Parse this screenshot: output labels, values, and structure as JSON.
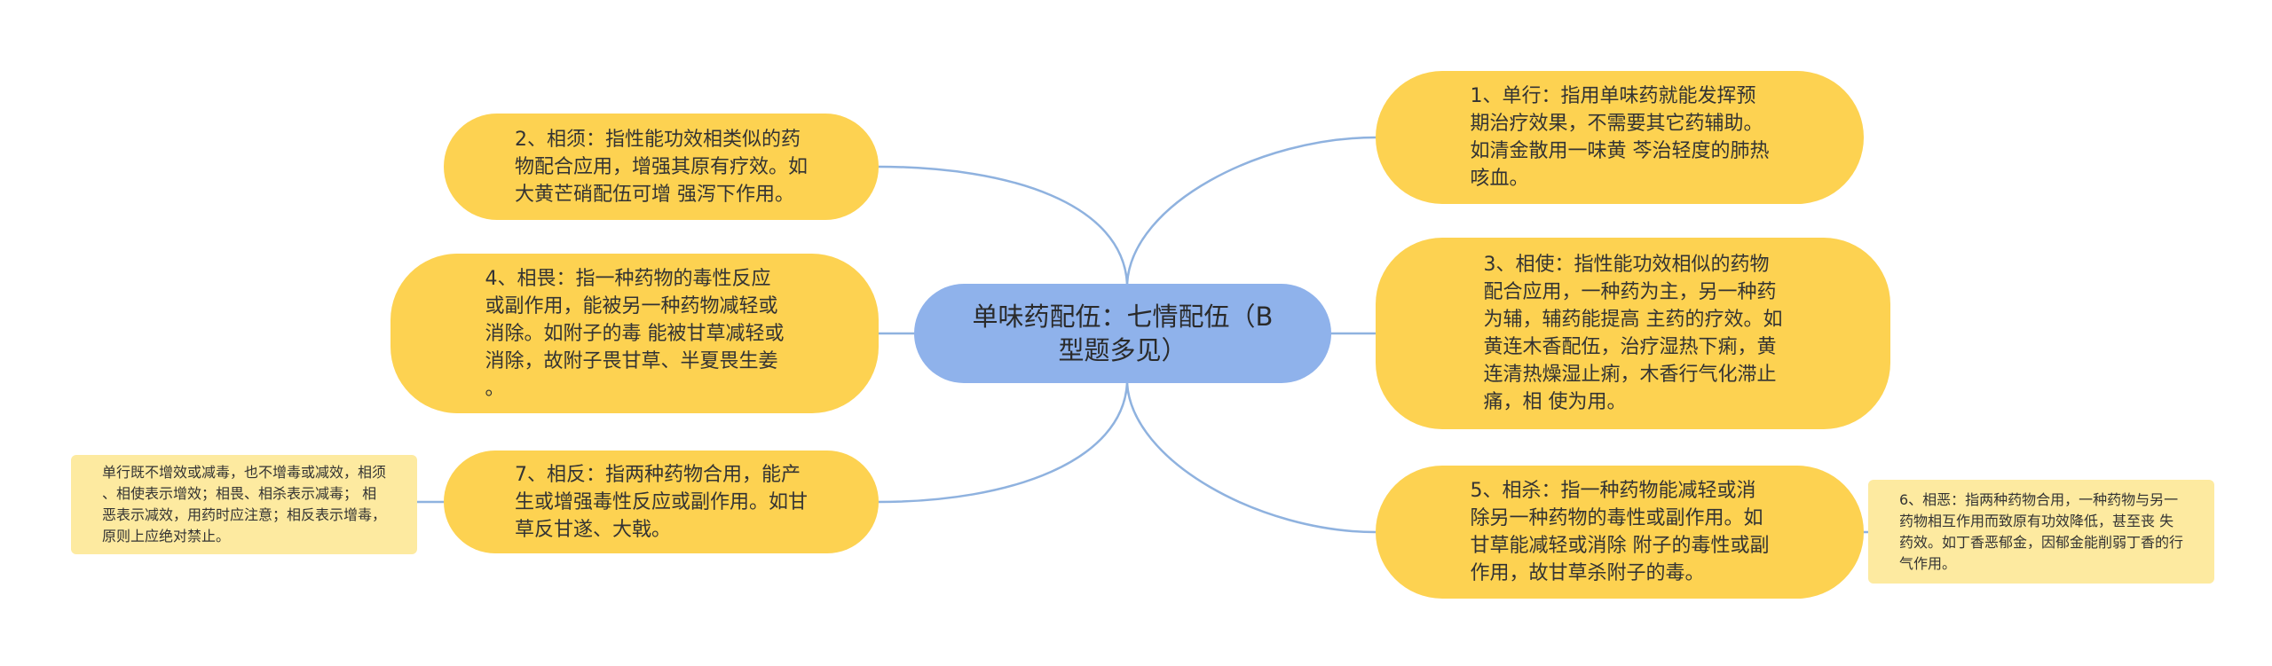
{
  "colors": {
    "center_fill": "#8fb2eb",
    "branch_fill": "#fdd251",
    "leaf_fill": "#fdeaa0",
    "connector": "#8fb2df",
    "text": "#333333"
  },
  "center": {
    "label": "单味药配伍：七情配伍（B\n型题多见）"
  },
  "branches": {
    "b1": "1、单行：指用单味药就能发挥预\n期治疗效果，不需要其它药辅助。\n如清金散用一味黄 芩治轻度的肺热\n咳血。",
    "b2": "2、相须：指性能功效相类似的药\n物配合应用，增强其原有疗效。如\n大黄芒硝配伍可增 强泻下作用。",
    "b3": "3、相使：指性能功效相似的药物\n配合应用，一种药为主，另一种药\n为辅，辅药能提高 主药的疗效。如\n黄连木香配伍，治疗湿热下痢，黄\n连清热燥湿止痢，木香行气化滞止\n痛，相 使为用。",
    "b4": "4、相畏：指一种药物的毒性反应\n或副作用，能被另一种药物减轻或\n消除。如附子的毒 能被甘草减轻或\n消除，故附子畏甘草、半夏畏生姜\n。",
    "b5": "5、相杀：指一种药物能减轻或消\n除另一种药物的毒性或副作用。如\n甘草能减轻或消除 附子的毒性或副\n作用，故甘草杀附子的毒。",
    "b7": "7、相反：指两种药物合用，能产\n生或增强毒性反应或副作用。如甘\n草反甘遂、大戟。"
  },
  "leaves": {
    "l6": "6、相恶：指两种药物合用，一种药物与另一\n药物相互作用而致原有功效降低，甚至丧 失\n药效。如丁香恶郁金，因郁金能削弱丁香的行\n气作用。",
    "note": "单行既不增效或减毒，也不增毒或减效，相须\n、相使表示增效；相畏、相杀表示减毒；  相\n恶表示减效，用药时应注意；相反表示增毒，\n原则上应绝对禁止。"
  }
}
